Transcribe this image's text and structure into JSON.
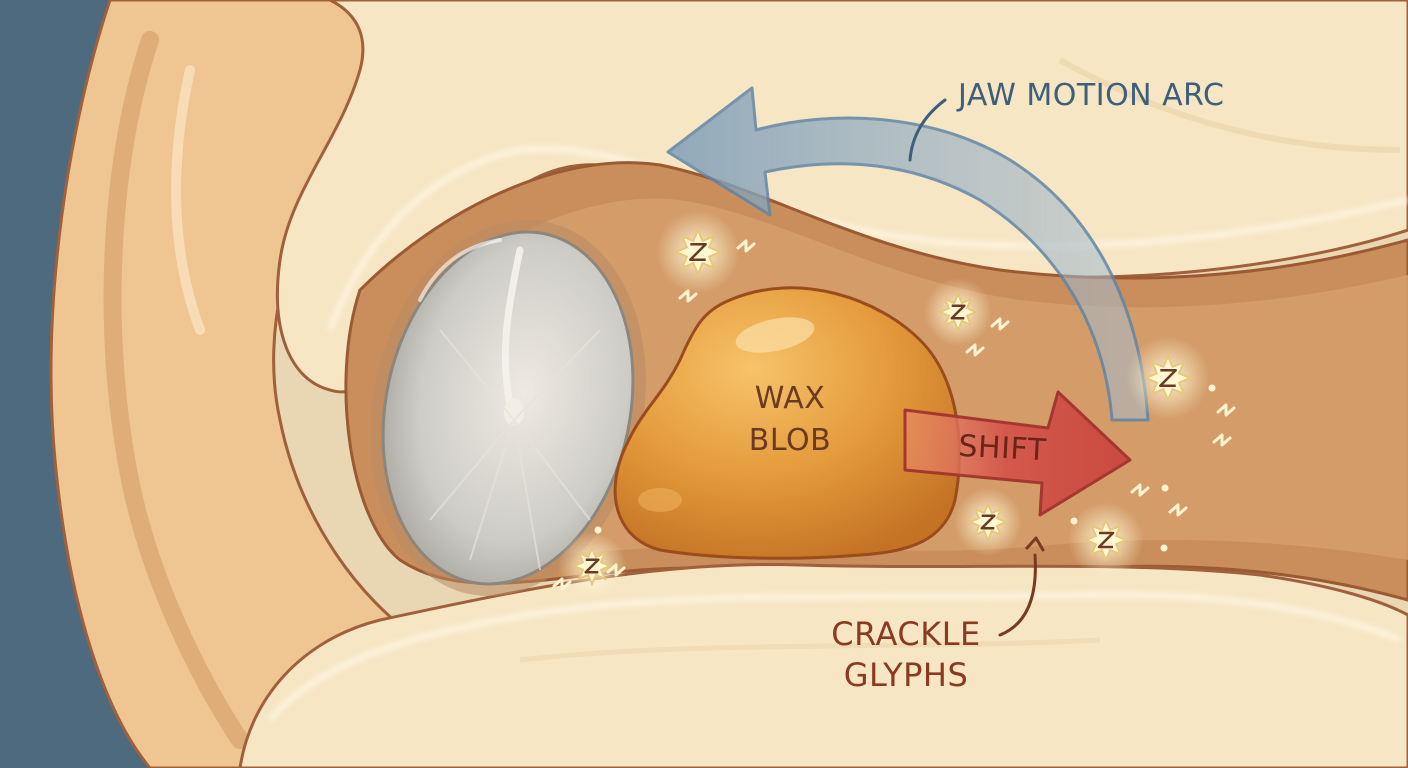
{
  "labels": {
    "jaw_motion_arc": "JAW MOTION ARC",
    "wax_blob_line1": "WAX",
    "wax_blob_line2": "BLOB",
    "shift": "SHIFT",
    "crackle_glyphs_line1": "CRACKLE",
    "crackle_glyphs_line2": "GLYPHS"
  },
  "colors": {
    "background_slate": "#4d6a7e",
    "skin": "#efc691",
    "skin_shadow": "#c98e5b",
    "canal_wall": "#b97a4c",
    "cream_highlight": "#f6e6c4",
    "eardrum": "#c9c8c2",
    "wax": "#e3993a",
    "shift_arrow": "#d4584c",
    "jaw_arrow": "#8eaac0",
    "label_text": "#8b3a22",
    "label_text_dark": "#6a3b22",
    "glyph_glow": "#fff6d2"
  },
  "icons": [
    "eardrum",
    "wax-blob",
    "shift-arrow",
    "jaw-motion-arrow",
    "crackle-glyph"
  ]
}
